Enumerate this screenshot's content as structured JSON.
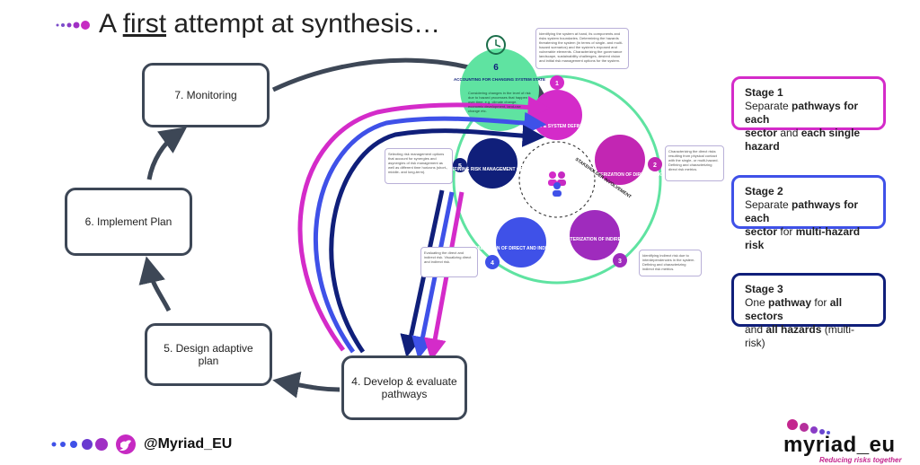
{
  "title": {
    "prefix": "A ",
    "underlined": "first",
    "suffix": " attempt at synthesis…"
  },
  "steps": {
    "monitoring": "7. Monitoring",
    "implement": "6. Implement Plan",
    "design_line1": "5. Design adaptive",
    "design_line2": "plan",
    "develop_line1": "4. Develop & evaluate",
    "develop_line2": "pathways"
  },
  "stages": [
    {
      "heading": "Stage 1",
      "t1": "Separate ",
      "b1": "pathways for each",
      "t2": "",
      "b2": "sector",
      "t3": " and ",
      "b3": "each single hazard",
      "color": "#d42bc9"
    },
    {
      "heading": "Stage 2",
      "t1": "Separate ",
      "b1": "pathways for each",
      "t2": "",
      "b2": "sector",
      "t3": " for ",
      "b3": "multi-hazard risk",
      "color": "#3f51e8"
    },
    {
      "heading": "Stage 3",
      "t1": "One ",
      "b1": "pathway",
      "t2": " for ",
      "b2": "all sectors",
      "t3": " and ",
      "b3": "all hazards",
      "t4": " (multi-risk)",
      "color": "#101f7a"
    }
  ],
  "framework": {
    "center_label": "STAKEHOLDER INVOLVEMENT",
    "nodes": [
      {
        "num": "1",
        "label": "FRAMING & SYSTEM DEFINITION"
      },
      {
        "num": "2",
        "label": "CHARACTERIZATION OF DIRECT RISK"
      },
      {
        "num": "3",
        "label": "CHARACTERIZATION OF INDIRECT RISK"
      },
      {
        "num": "4",
        "label": "EVALUATION OF DIRECT AND INDIRECT RISK"
      },
      {
        "num": "5",
        "label": "DEFINING RISK MANAGEMENT OPTIONS"
      },
      {
        "num": "6",
        "label": "ACCOUNTING FOR CHANGING SYSTEM STATE"
      }
    ],
    "notes": [
      "Identifying the system at hand, its components and risks system boundaries. Determining the hazards threatening the system (in terms of single- and multi-hazard scenarios) and the system's exposed and vulnerable elements. Characterizing the governance landscape, sustainability challenges, desired vision and initial risk management options for the system.",
      "Characterizing the direct risks resulting from physical contact with the single- or multi-hazard. Defining and characterizing direct risk metrics.",
      "Identifying indirect risk due to interdependencies in the system. Defining and characterizing indirect risk metrics.",
      "Evaluating the direct and indirect risk. Visualizing direct and indirect risk.",
      "Selecting risk management options that account for synergies and asynergies of risk management as well as different time horizons (short-, middle- and long-term).",
      "Considering changes in the level of risk due to hazard processes that happen over time, e.g. climate change, economic development, land-use change etc."
    ]
  },
  "footer": {
    "handle": "@Myriad_EU",
    "logo": "myriad_eu",
    "tagline": "Reducing risks together"
  },
  "colors": {
    "box_border": "#3d4756",
    "arrow": "#3d4756",
    "ring": "#5fe3a1",
    "magenta": "#d42bc9",
    "blue": "#3f51e8",
    "navy": "#101f7a"
  }
}
